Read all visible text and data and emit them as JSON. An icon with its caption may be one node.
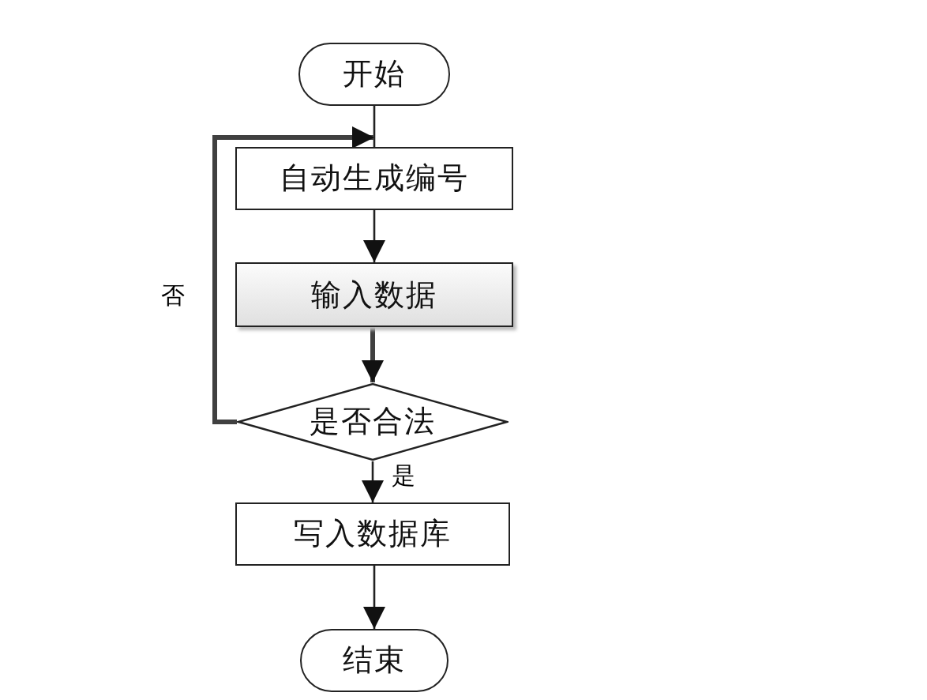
{
  "diagram": {
    "nodes": [
      {
        "text": [
          "开始"
        ]
      },
      {
        "text": [
          "自动生成编号"
        ]
      },
      {
        "text": [
          "输入数据"
        ]
      },
      {
        "text": [
          "是否合法"
        ]
      },
      {
        "text": [
          "写入数据库"
        ]
      },
      {
        "text": [
          "结束"
        ]
      }
    ],
    "edges": [
      {
        "from": 0,
        "to": 1,
        "arrow": "none"
      },
      {
        "from": 1,
        "to": 2,
        "arrow": "to"
      },
      {
        "from": 2,
        "to": 3,
        "arrow": "to",
        "style": "thick"
      },
      {
        "from": 3,
        "to": 4,
        "arrow": "to",
        "label": "是"
      },
      {
        "from": 4,
        "to": 5,
        "arrow": "to"
      },
      {
        "from": 3,
        "to": 1,
        "arrow": "to",
        "label": "否",
        "style": "thick"
      }
    ]
  }
}
